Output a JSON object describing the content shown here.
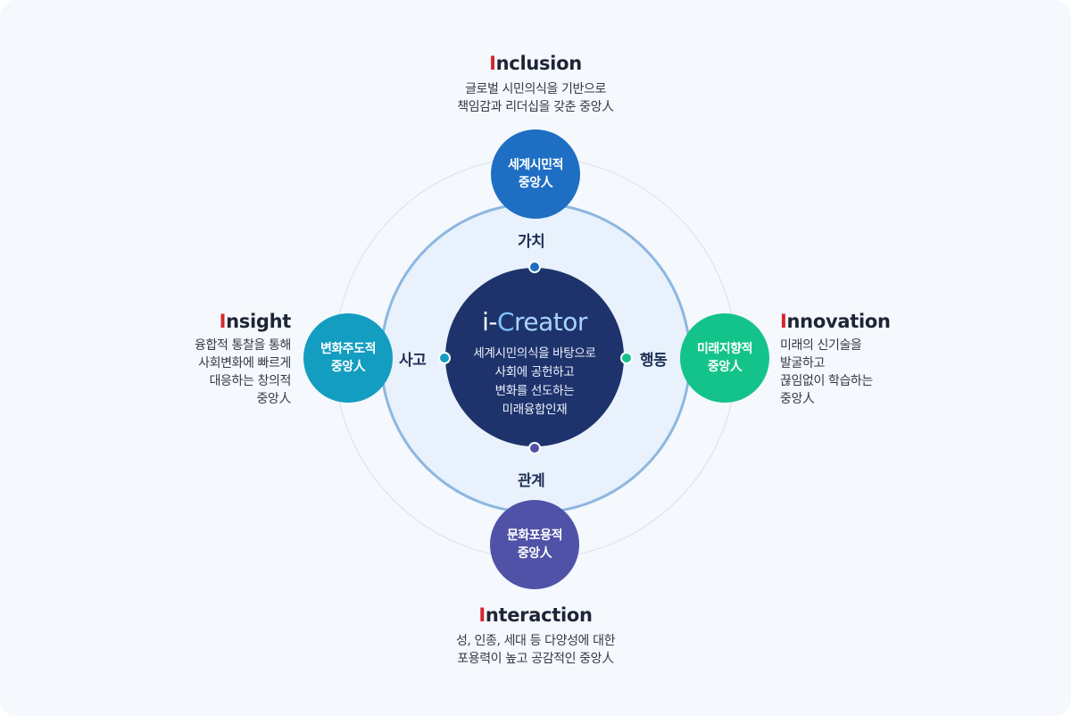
{
  "center": {
    "title_i": "i-",
    "title_c": "C",
    "title_rest": "reator",
    "desc": [
      "세계시민의식을 바탕으로",
      "사회에 공헌하고",
      "변화를 선도하는",
      "미래융합인재"
    ]
  },
  "axes": {
    "top": "가치",
    "bottom": "관계",
    "left": "사고",
    "right": "행동"
  },
  "nodes": {
    "top": [
      "세계시민적",
      "중앙人"
    ],
    "bottom": [
      "문화포용적",
      "중앙人"
    ],
    "left": [
      "변화주도적",
      "중앙人"
    ],
    "right": [
      "미래지향적",
      "중앙人"
    ]
  },
  "labels": {
    "top": {
      "initial": "I",
      "rest": "nclusion",
      "desc": [
        "글로벌 시민의식을 기반으로",
        "책임감과 리더십을 갖춘 중앙人"
      ]
    },
    "bottom": {
      "initial": "I",
      "rest": "nteraction",
      "desc": [
        "성, 인종, 세대 등 다양성에 대한",
        "포용력이 높고 공감적인 중앙人"
      ]
    },
    "left": {
      "initial": "I",
      "rest": "nsight",
      "desc": [
        "융합적 통찰을 통해",
        "사회변화에 빠르게",
        "대응하는 창의적",
        "중앙人"
      ]
    },
    "right": {
      "initial": "I",
      "rest": "nnovation",
      "desc": [
        "미래의 신기술을",
        "발굴하고",
        "끊임없이 학습하는",
        "중앙人"
      ]
    }
  },
  "colors": {
    "center": "#1e336b",
    "top": "#1e6fc4",
    "bottom": "#5052a8",
    "left": "#139dc0",
    "right": "#14c38a",
    "highlight": "#d8262e"
  }
}
